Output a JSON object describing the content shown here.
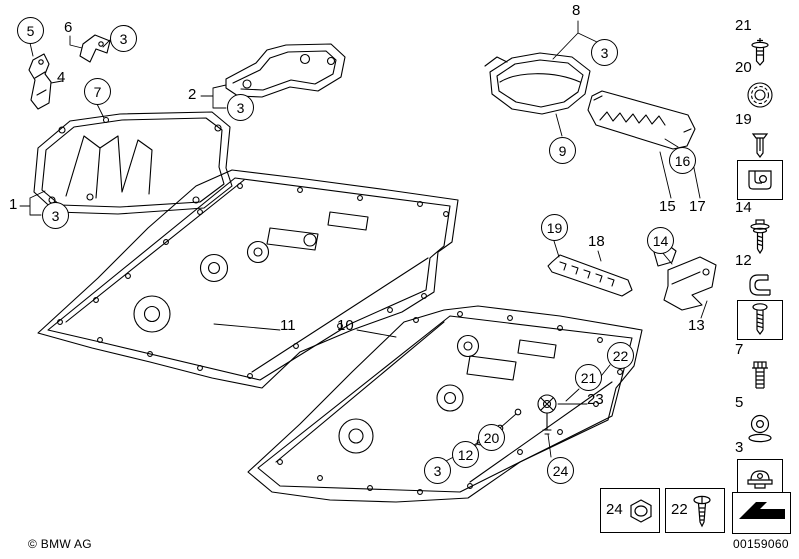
{
  "page": {
    "copyright": "© BMW AG",
    "document_number": "00159060"
  },
  "callouts": [
    {
      "label": "5",
      "shape": "circle"
    },
    {
      "label": "6",
      "shape": "plain"
    },
    {
      "label": "3",
      "shape": "circle"
    },
    {
      "label": "4",
      "shape": "plain"
    },
    {
      "label": "7",
      "shape": "circle"
    },
    {
      "label": "2",
      "shape": "plain"
    },
    {
      "label": "3",
      "shape": "circle"
    },
    {
      "label": "1",
      "shape": "plain"
    },
    {
      "label": "3",
      "shape": "circle"
    },
    {
      "label": "8",
      "shape": "plain"
    },
    {
      "label": "3",
      "shape": "circle"
    },
    {
      "label": "9",
      "shape": "circle"
    },
    {
      "label": "16",
      "shape": "circle"
    },
    {
      "label": "15",
      "shape": "plain"
    },
    {
      "label": "17",
      "shape": "plain"
    },
    {
      "label": "19",
      "shape": "circle"
    },
    {
      "label": "18",
      "shape": "plain"
    },
    {
      "label": "14",
      "shape": "circle"
    },
    {
      "label": "11",
      "shape": "plain"
    },
    {
      "label": "10",
      "shape": "plain"
    },
    {
      "label": "13",
      "shape": "plain"
    },
    {
      "label": "22",
      "shape": "circle"
    },
    {
      "label": "21",
      "shape": "circle"
    },
    {
      "label": "23",
      "shape": "plain"
    },
    {
      "label": "20",
      "shape": "circle"
    },
    {
      "label": "12",
      "shape": "circle"
    },
    {
      "label": "3",
      "shape": "circle"
    },
    {
      "label": "24",
      "shape": "circle"
    }
  ],
  "legend": {
    "items": [
      {
        "label": "21",
        "icon": "blind-rivet-icon"
      },
      {
        "label": "20",
        "icon": "plastic-nut-icon"
      },
      {
        "label": "19",
        "icon": "expanding-rivet-icon"
      },
      {
        "label": "",
        "icon": "cage-clip-icon"
      },
      {
        "label": "14",
        "icon": "screw-washer-icon"
      },
      {
        "label": "12",
        "icon": "edge-clip-icon"
      },
      {
        "label": "",
        "icon": "torx-screw-icon"
      },
      {
        "label": "7",
        "icon": "hex-bolt-icon"
      },
      {
        "label": "5",
        "icon": "flange-nut-icon"
      },
      {
        "label": "3",
        "icon": "speed-nut-icon"
      }
    ],
    "bottom_items": [
      {
        "label": "24",
        "icon": "hex-nut-icon"
      },
      {
        "label": "22",
        "icon": "tapping-screw-icon"
      }
    ]
  }
}
